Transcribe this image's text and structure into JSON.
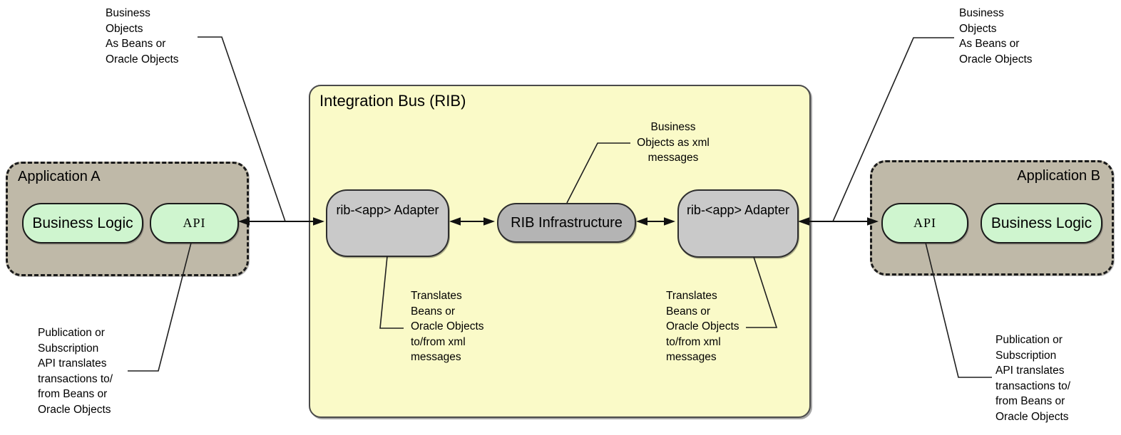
{
  "colors": {
    "canvas-bg": "#ffffff",
    "app-fill": "#bfb9a8",
    "green-fill": "#cff5cf",
    "bus-fill": "#fafac8",
    "adapter-fill": "#c9c9c9",
    "infra-fill": "#b4b4b4"
  },
  "bus": {
    "title": "Integration Bus (RIB)",
    "adapter_left": "rib-<app> Adapter",
    "infrastructure": "RIB Infrastructure",
    "adapter_right": "rib-<app> Adapter"
  },
  "app_a": {
    "title": "Application A",
    "business_logic": "Business Logic",
    "api": "API"
  },
  "app_b": {
    "title": "Application B",
    "api": "API",
    "business_logic": "Business Logic"
  },
  "annotations": {
    "top_left": "Business\nObjects\nAs Beans or\nOracle Objects",
    "top_right": "Business\nObjects\nAs Beans or\nOracle Objects",
    "center": "Business\nObjects as xml\nmessages",
    "translates_left": "Translates\nBeans or\nOracle Objects\nto/from xml\nmessages",
    "translates_right": "Translates\nBeans or\nOracle Objects\nto/from xml\nmessages",
    "bottom_left": "Publication or\nSubscription\nAPI translates\ntransactions to/\nfrom Beans or\nOracle Objects",
    "bottom_right": "Publication or\nSubscription\nAPI translates\ntransactions to/\nfrom Beans or\nOracle Objects"
  }
}
